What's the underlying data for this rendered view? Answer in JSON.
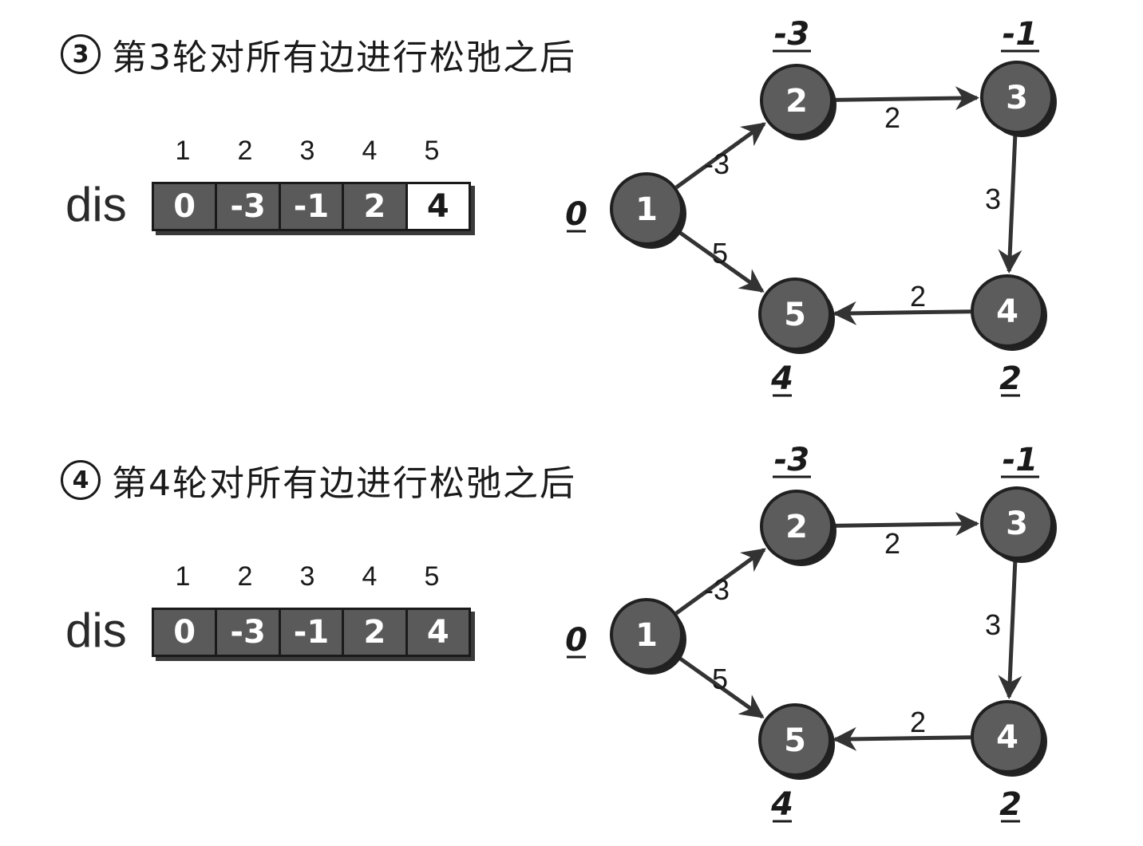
{
  "panels": [
    {
      "step_number": "3",
      "title": "第3轮对所有边进行松弛之后",
      "array_label": "dis",
      "indices": [
        "1",
        "2",
        "3",
        "4",
        "5"
      ],
      "values": [
        "0",
        "-3",
        "-1",
        "2",
        "4"
      ],
      "unset_flags": [
        false,
        false,
        false,
        false,
        true
      ],
      "distances": [
        "0",
        "-3",
        "-1",
        "2",
        "4"
      ]
    },
    {
      "step_number": "4",
      "title": "第4轮对所有边进行松弛之后",
      "array_label": "dis",
      "indices": [
        "1",
        "2",
        "3",
        "4",
        "5"
      ],
      "values": [
        "0",
        "-3",
        "-1",
        "2",
        "4"
      ],
      "unset_flags": [
        false,
        false,
        false,
        false,
        false
      ],
      "distances": [
        "0",
        "-3",
        "-1",
        "2",
        "4"
      ]
    }
  ],
  "graph": {
    "nodes": [
      "1",
      "2",
      "3",
      "4",
      "5"
    ],
    "edges": [
      {
        "from": "1",
        "to": "2",
        "weight": "-3"
      },
      {
        "from": "2",
        "to": "3",
        "weight": "2"
      },
      {
        "from": "3",
        "to": "4",
        "weight": "3"
      },
      {
        "from": "4",
        "to": "5",
        "weight": "2"
      },
      {
        "from": "1",
        "to": "5",
        "weight": "5"
      }
    ]
  },
  "colors": {
    "node_fill": "#5c5c5c",
    "cell_fill": "#5a5a5a",
    "ink": "#1a1a1a"
  }
}
